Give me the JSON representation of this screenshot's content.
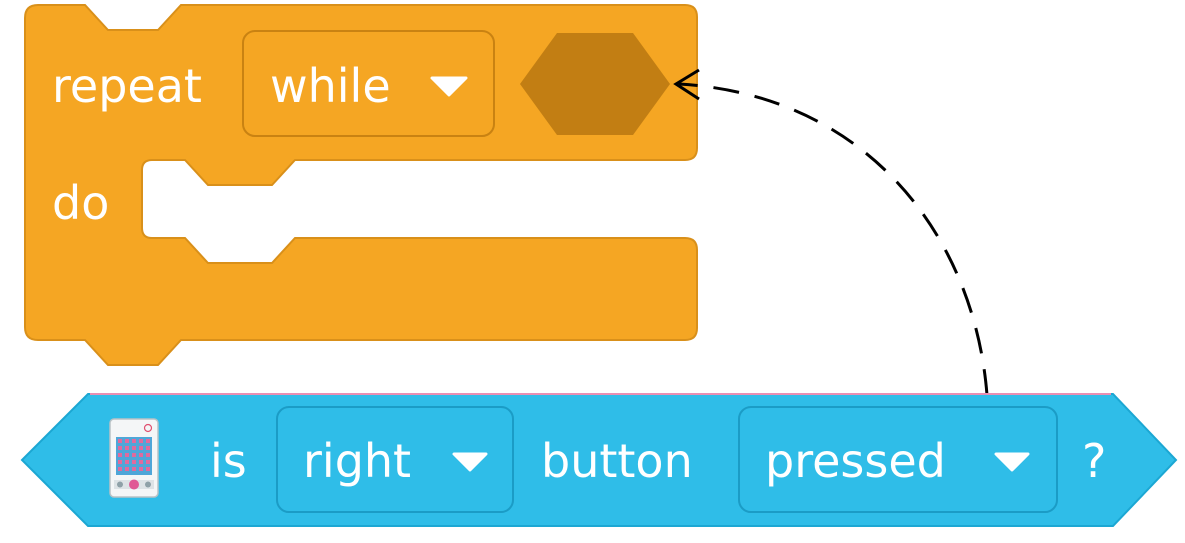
{
  "repeat_block": {
    "keyword": "repeat",
    "mode_value": "while",
    "body_label": "do",
    "color": "#F5A623",
    "condition_slot_color": "#C27E13"
  },
  "condition_block": {
    "text_is": "is",
    "button_value": "right",
    "text_button": "button",
    "state_value": "pressed",
    "suffix": "?",
    "color": "#2FBDE8",
    "device_icon": "microbit-device-icon"
  }
}
